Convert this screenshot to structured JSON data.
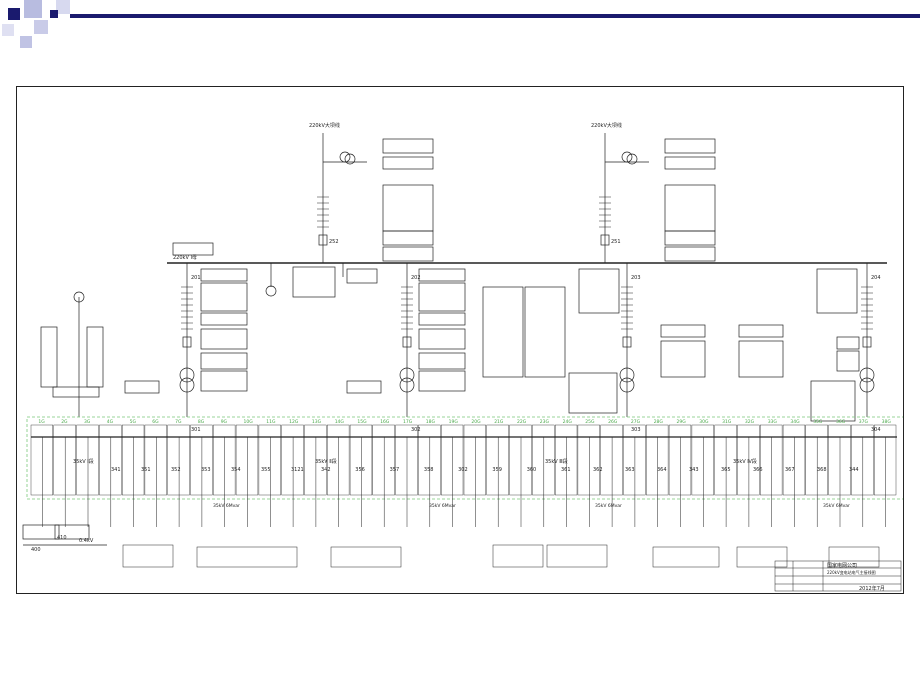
{
  "lines": {
    "left": "220kV大坝线",
    "right": "220kV大坝线"
  },
  "hv_bus": {
    "label": "220kV Ⅰ母"
  },
  "line_breakers": {
    "left": "252",
    "right": "251"
  },
  "transformer_breakers": {
    "t1": "201",
    "t2": "202",
    "t3": "203",
    "t4": "204"
  },
  "mv_sections": {
    "left": "35kV Ⅰ段",
    "mid": "35kV Ⅱ段",
    "right_a": "35kV Ⅲ段",
    "right_b": "35kV Ⅳ段"
  },
  "lv_label": "0.4kV",
  "lv_breaker": "400",
  "lv_breaker2": "410",
  "bay_numbers": [
    "1G",
    "2G",
    "3G",
    "4G",
    "5G",
    "6G",
    "7G",
    "8G",
    "9G",
    "10G",
    "11G",
    "12G",
    "13G",
    "14G",
    "15G",
    "16G",
    "17G",
    "18G",
    "19G",
    "20G",
    "21G",
    "22G",
    "23G",
    "24G",
    "25G",
    "26G",
    "27G",
    "28G",
    "29G",
    "30G",
    "31G",
    "32G",
    "33G",
    "34G",
    "35G",
    "36G",
    "37G",
    "38G"
  ],
  "feeder_numbers": {
    "left": [
      "341",
      "351",
      "352",
      "353",
      "354",
      "355",
      "3121"
    ],
    "mid": [
      "342",
      "356",
      "357",
      "358",
      "302",
      "359",
      "360"
    ],
    "right": [
      "361",
      "362",
      "363",
      "364",
      "343",
      "365",
      "366",
      "367",
      "368",
      "344"
    ]
  },
  "incomer_numbers": [
    "301",
    "302",
    "303",
    "304"
  ],
  "cap_labels": [
    "35kV 6Mvar",
    "35kV 6Mvar",
    "35kV 6Mvar",
    "35kV 6Mvar"
  ],
  "title_block": {
    "company": "国家电网公司",
    "drawing": "220kV变电站电气主接线图",
    "date": "2012年7月"
  }
}
